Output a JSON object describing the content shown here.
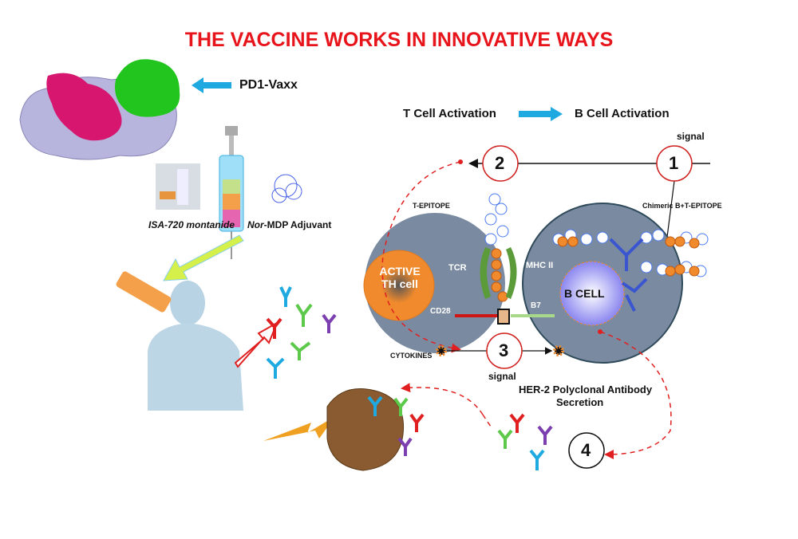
{
  "title": "THE VACCINE WORKS IN INNOVATIVE WAYS",
  "left": {
    "vaccine_label": "PD1-Vaxx",
    "montanide_label": "ISA-720 montanide",
    "adjuvant_label_italic": "Nor",
    "adjuvant_label_rest": "-MDP Adjuvant"
  },
  "right": {
    "t_activation": "T Cell Activation",
    "b_activation": "B Cell Activation",
    "signal_top": "signal",
    "signal_bottom": "signal",
    "steps": [
      "1",
      "2",
      "3",
      "4"
    ],
    "t_epitope": "T-EPITOPE",
    "chimeric": "Chimeric B+T-EPITOPE",
    "active_th_line1": "ACTIVE",
    "active_th_line2": "TH cell",
    "tcr": "TCR",
    "mhc": "MHC II",
    "cd28": "CD28",
    "b7": "B7",
    "b_cell": "B CELL",
    "cytokines": "CYTOKINES",
    "secretion_line1": "HER-2  Polyclonal Antibody",
    "secretion_line2": "Secretion"
  },
  "colors": {
    "title": "#e8141b",
    "arrow": "#1ea9e1",
    "cell": "#7a8aa0",
    "orange": "#f08a2c",
    "dashed": "#e02020"
  }
}
